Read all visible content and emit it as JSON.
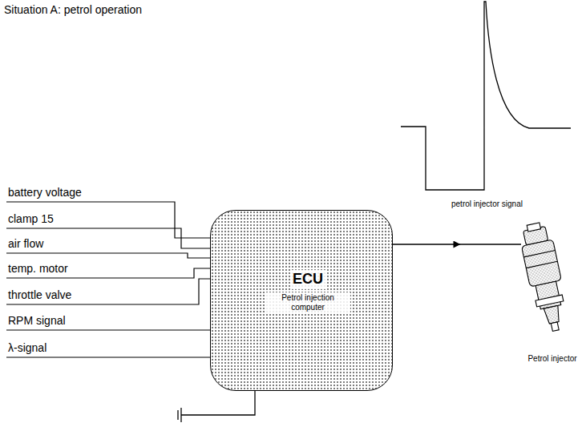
{
  "diagram": {
    "title": "Situation A: petrol operation",
    "nodes": [
      {
        "text": [
          "ECU",
          "Petrol injection computer"
        ]
      },
      {
        "text": [
          "Petrol injector"
        ]
      }
    ],
    "edges": [
      {
        "from": 0,
        "to": 1,
        "arrow": "to"
      }
    ],
    "labels": [
      "petrol injector signal",
      "battery voltage",
      "clamp 15",
      "air flow",
      "temp. motor",
      "throttle valve",
      "RPM signal",
      "λ-signal"
    ]
  }
}
